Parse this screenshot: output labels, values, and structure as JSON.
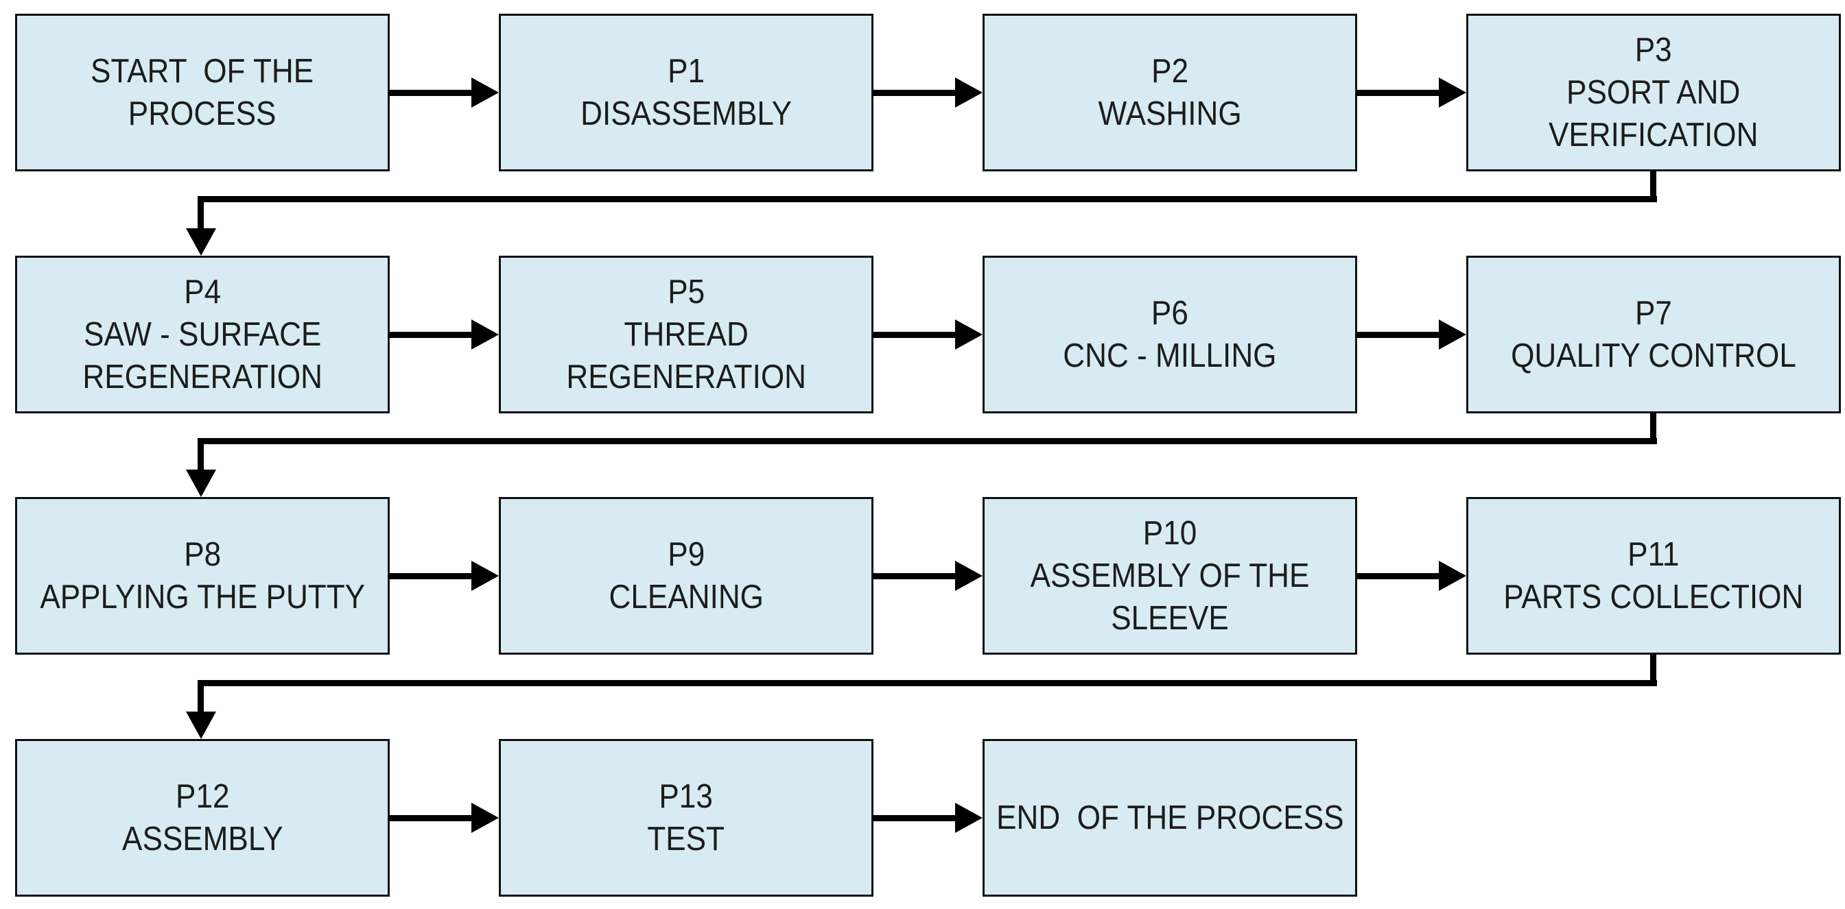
{
  "diagram": {
    "type": "flowchart",
    "colors": {
      "node_fill": "#d8ebf2",
      "node_border": "#111111",
      "connector": "#000000",
      "text": "#1c1c1c"
    }
  },
  "nodes": [
    {
      "id": "start",
      "label": "START  OF THE\nPROCESS"
    },
    {
      "id": "p1",
      "label": "P1\nDISASSEMBLY"
    },
    {
      "id": "p2",
      "label": "P2\nWASHING"
    },
    {
      "id": "p3",
      "label": "P3\nPSORT AND\nVERIFICATION"
    },
    {
      "id": "p4",
      "label": "P4\nSAW - SURFACE\nREGENERATION"
    },
    {
      "id": "p5",
      "label": "P5\nTHREAD\nREGENERATION"
    },
    {
      "id": "p6",
      "label": "P6\nCNC - MILLING"
    },
    {
      "id": "p7",
      "label": "P7\nQUALITY CONTROL"
    },
    {
      "id": "p8",
      "label": "P8\nAPPLYING THE PUTTY"
    },
    {
      "id": "p9",
      "label": "P9\nCLEANING"
    },
    {
      "id": "p10",
      "label": "P10\nASSEMBLY OF THE\nSLEEVE"
    },
    {
      "id": "p11",
      "label": "P11\nPARTS COLLECTION"
    },
    {
      "id": "p12",
      "label": "P12\nASSEMBLY"
    },
    {
      "id": "p13",
      "label": "P13\nTEST"
    },
    {
      "id": "end",
      "label": "END  OF THE PROCESS"
    }
  ],
  "edges": [
    {
      "from": "start",
      "to": "p1"
    },
    {
      "from": "p1",
      "to": "p2"
    },
    {
      "from": "p2",
      "to": "p3"
    },
    {
      "from": "p3",
      "to": "p4"
    },
    {
      "from": "p4",
      "to": "p5"
    },
    {
      "from": "p5",
      "to": "p6"
    },
    {
      "from": "p6",
      "to": "p7"
    },
    {
      "from": "p7",
      "to": "p8"
    },
    {
      "from": "p8",
      "to": "p9"
    },
    {
      "from": "p9",
      "to": "p10"
    },
    {
      "from": "p10",
      "to": "p11"
    },
    {
      "from": "p11",
      "to": "p12"
    },
    {
      "from": "p12",
      "to": "p13"
    },
    {
      "from": "p13",
      "to": "end"
    }
  ]
}
